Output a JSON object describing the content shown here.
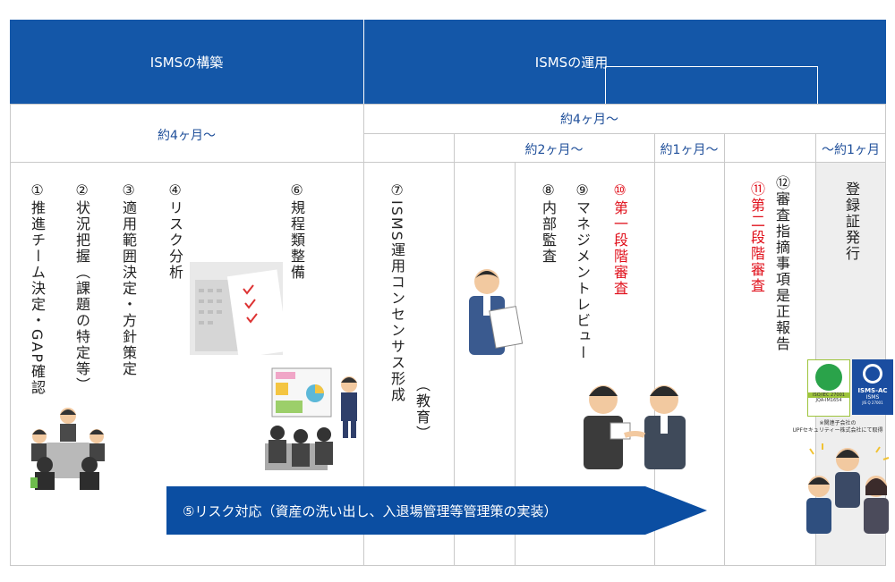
{
  "header": {
    "build_title": "ISMSの構築",
    "operate_title": "ISMSの運用"
  },
  "durations": {
    "build": "約4ヶ月〜",
    "operate": "約4ヶ月〜",
    "phase_2mo": "約2ヶ月〜",
    "phase_1mo": "約1ヶ月〜",
    "phase_last": "〜約1ヶ月"
  },
  "steps": {
    "s1": "①推進チーム決定・GAP確認",
    "s2": "②状況把握（課題の特定等）",
    "s3": "③適用範囲決定・方針策定",
    "s4": "④リスク分析",
    "s6": "⑥規程類整備",
    "s7a": "⑦ISMS運用コンセンサス形成",
    "s7b": "（教育）",
    "s8": "⑧内部監査",
    "s9": "⑨マネジメントレビュー",
    "s10": "⑩第一段階審査",
    "s11": "⑪第二段階審査",
    "s12": "⑫審査指摘事項是正報告",
    "s13": "登録証発行"
  },
  "arrow": {
    "label": "⑤リスク対応（資産の洗い出し、入退場管理等管理策の実装）"
  },
  "cert": {
    "badge_left_top": "ISO/IEC 27001",
    "badge_left_code": "JQA-IM1654",
    "badge_right_top": "ISMS-AC",
    "badge_right_sub": "ISMS",
    "badge_right_code": "JIS Q 27001",
    "note_line1": "※関連子会社の",
    "note_line2": "UPFセキュリティー株式会社にて取得"
  },
  "colors": {
    "header_blue": "#1457a8",
    "arrow_blue": "#0b4ea2",
    "red_text": "#e0101b",
    "duration_text": "#1f4f9a"
  }
}
